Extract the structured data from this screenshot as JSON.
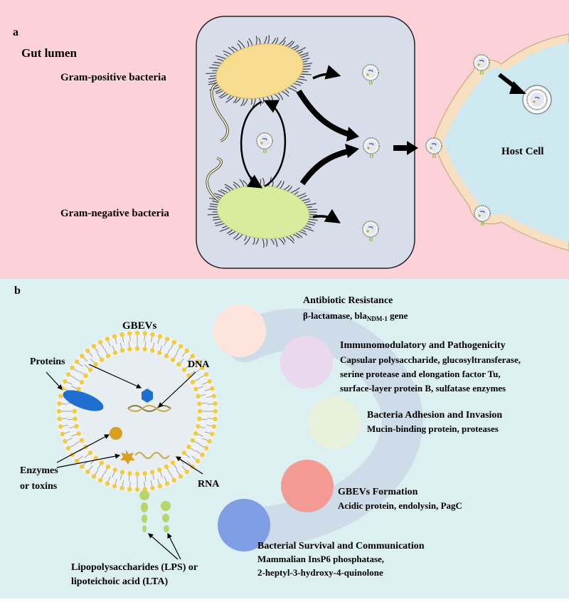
{
  "panel_a": {
    "letter": "a",
    "gut_lumen": "Gut lumen",
    "gram_positive": "Gram-positive bacteria",
    "gram_negative": "Gram-negative bacteria",
    "host_cell": "Host Cell"
  },
  "panel_b": {
    "letter": "b",
    "title": "GBEVs",
    "labels": {
      "proteins": "Proteins",
      "dna": "DNA",
      "rna": "RNA",
      "enzymes_line1": "Enzymes",
      "enzymes_line2": "or toxins",
      "lps_line1": "Lipopolysaccharides (LPS) or",
      "lps_line2": "lipoteichoic acid (LTA)"
    },
    "functions": [
      {
        "title": "Antibiotic Resistance",
        "detail_main": "β-lactamase, bla",
        "detail_sub": "NDM-1",
        "detail_tail": " gene",
        "color": "#fde4dc"
      },
      {
        "title": "Immunomodulatory and Pathogenicity",
        "lines": [
          "Capsular polysaccharide, glucosyltransferase,",
          "serine protease and elongation factor Tu,",
          "surface-layer protein B, sulfatase enzymes"
        ],
        "color": "#ead8ef"
      },
      {
        "title": "Bacteria Adhesion and Invasion",
        "lines": [
          "Mucin-binding protein, proteases"
        ],
        "color": "#e8f1dc"
      },
      {
        "title": "GBEVs Formation",
        "lines": [
          "Acidic protein, endolysin, PagC"
        ],
        "color": "#f39a94"
      },
      {
        "title": "Bacterial Survival and Communication",
        "lines": [
          "Mammalian InsP6 phosphatase,",
          "2-heptyl-3-hydroxy-4-quinolone"
        ],
        "color": "#7f9ee3"
      }
    ]
  },
  "colors": {
    "panel_a_bg": "#fcd2d8",
    "panel_b_bg": "#dceff1",
    "box_bg": "#d7dde9",
    "host_cytoplasm": "#cde8ee",
    "host_membrane": "#f7e0c2",
    "gram_pos": "#f6dc8e",
    "gram_neg": "#d8ec9e"
  }
}
